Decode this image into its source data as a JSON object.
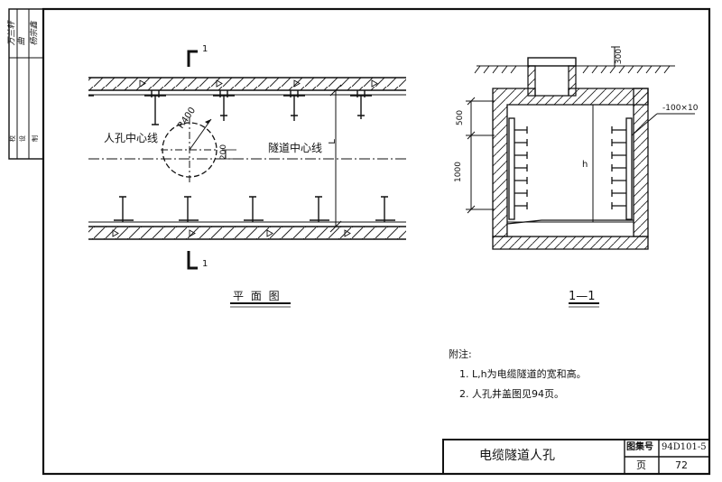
{
  "side_block": {
    "rows": [
      {
        "label": "校",
        "sign": "万兰轩"
      },
      {
        "label": "设",
        "sign": "曲"
      },
      {
        "label": "制",
        "sign": "杨宗鑫"
      }
    ]
  },
  "plan": {
    "section_mark_top": "1",
    "section_mark_bottom": "1",
    "manhole_center_label": "人孔中心线",
    "radius_label": "R400",
    "offset_label": "200",
    "tunnel_center_label": "隧道中心线",
    "width_label": "L",
    "caption": "平 面 图"
  },
  "section": {
    "dim_300": "300",
    "dim_500": "500",
    "dim_1000": "1000",
    "height_label": "h",
    "steel_label": "-100×10",
    "caption": "1—1"
  },
  "notes": {
    "title": "附注:",
    "items": [
      "1. L,h为电缆隧道的宽和高。",
      "2. 人孔井盖图见94页。"
    ]
  },
  "title_block": {
    "title": "电缆隧道人孔",
    "atlas_label": "图集号",
    "atlas_number": "94D101-5",
    "page_label": "页",
    "page_number": "72"
  }
}
